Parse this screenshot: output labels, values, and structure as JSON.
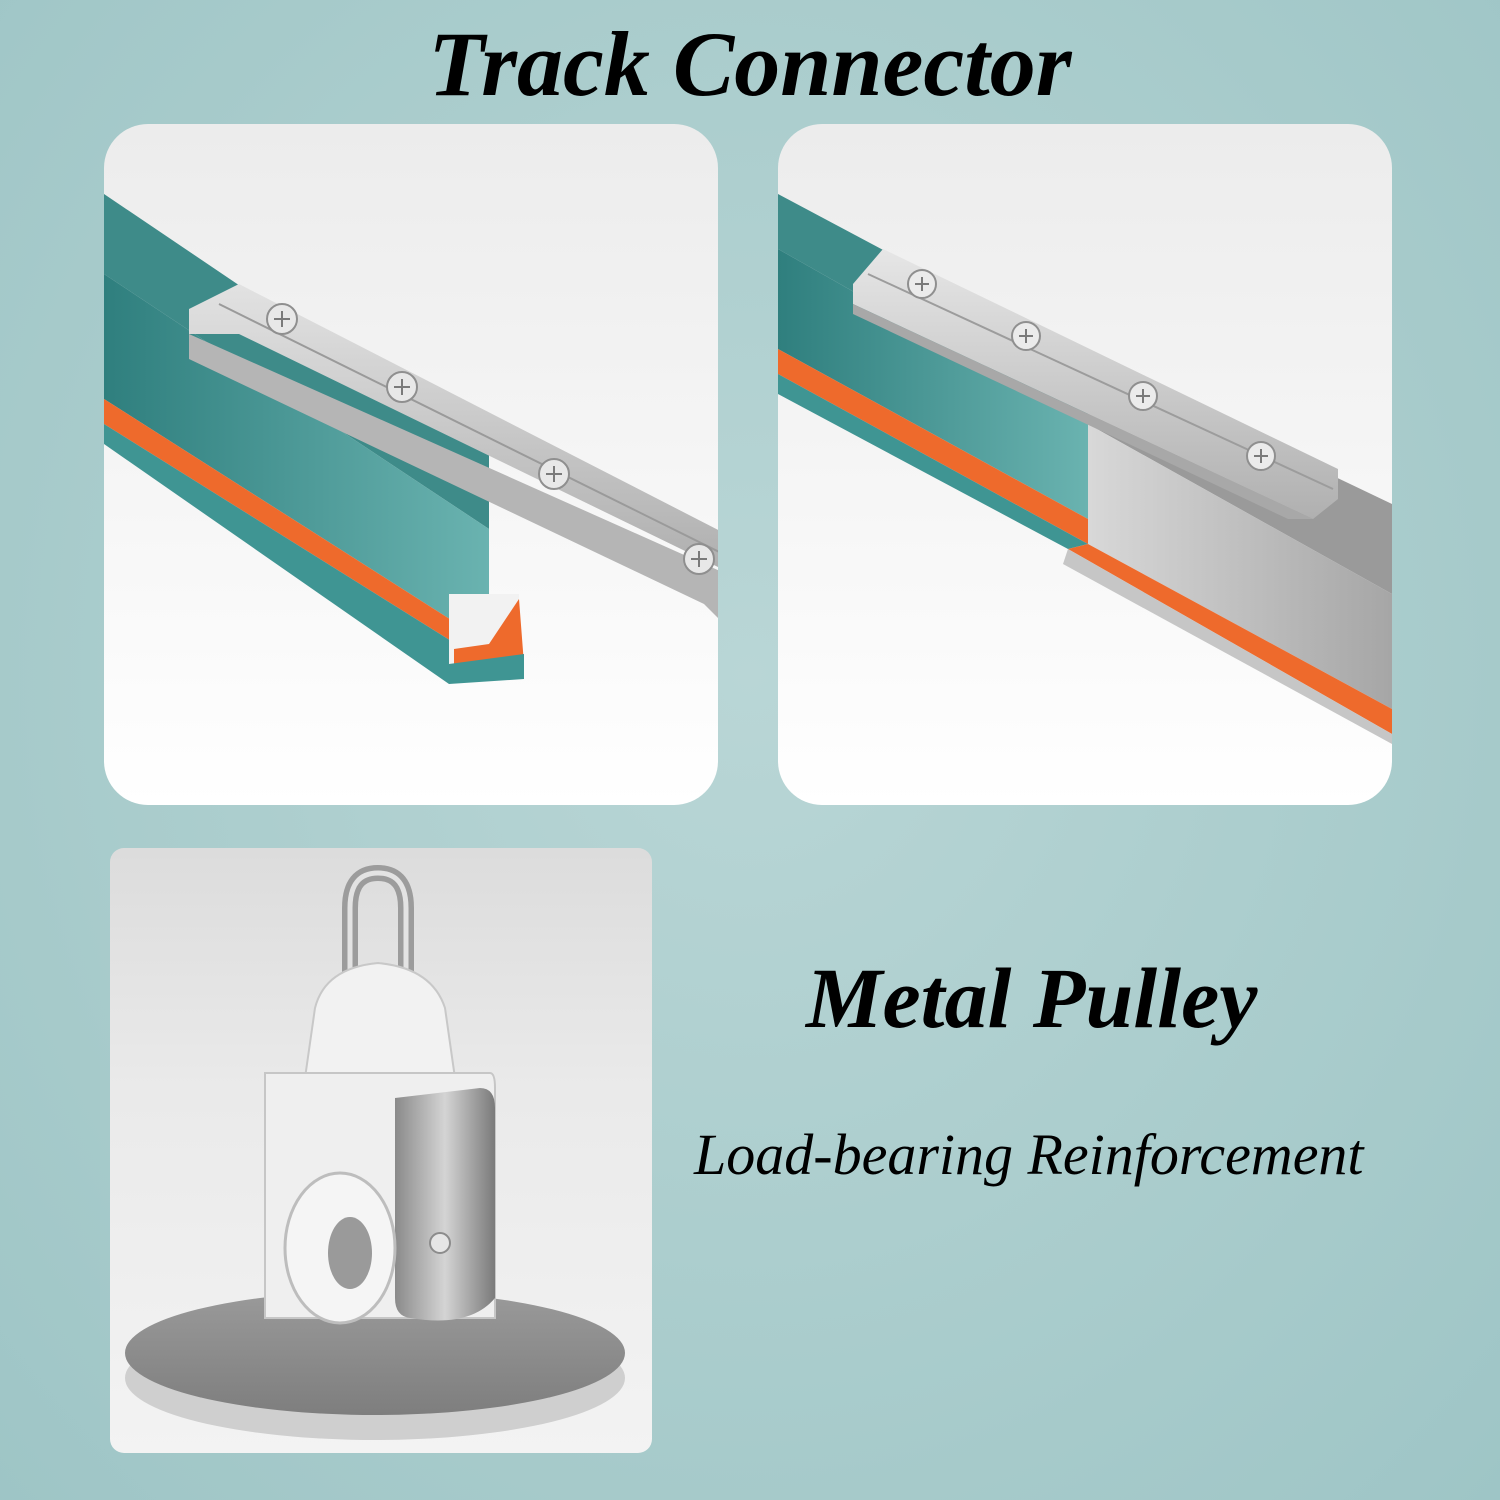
{
  "title": "Track Connector",
  "pulley": {
    "title": "Metal Pulley",
    "subtitle": "Load-bearing Reinforcement"
  },
  "colors": {
    "background": "#a9cccc",
    "track_teal": "#4f9c9a",
    "track_orange": "#ee6a2c",
    "connector_silver": "#c9c9c9"
  }
}
